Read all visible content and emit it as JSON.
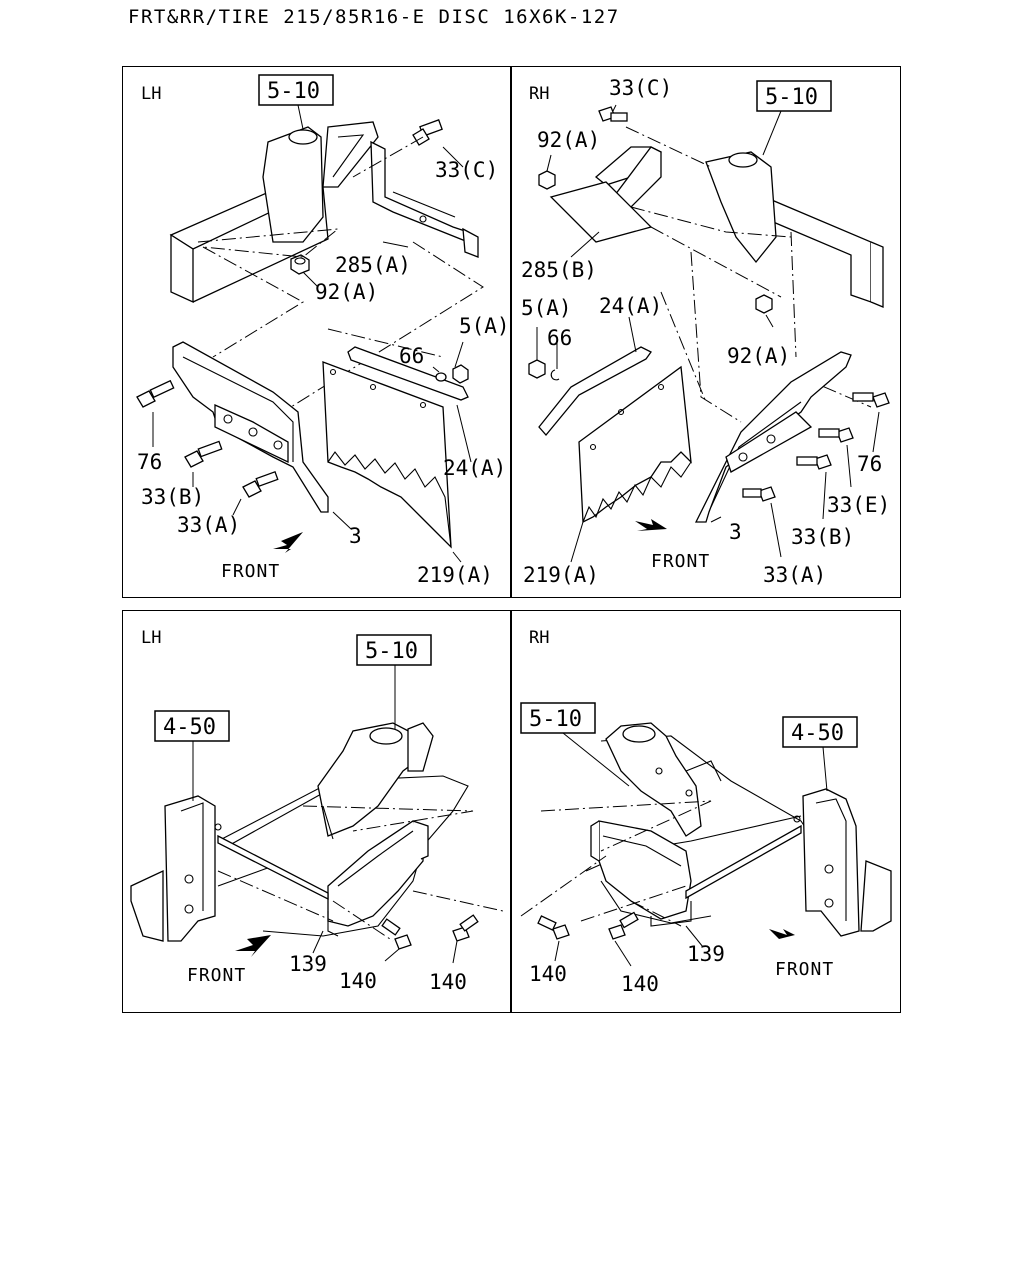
{
  "header": {
    "title": "FRT&RR/TIRE 215/85R16-E DISC 16X6K-127"
  },
  "panels": {
    "top_lh": {
      "side": "LH",
      "ref_box": "5-10",
      "front": "FRONT",
      "labels": {
        "l33c": "33(C)",
        "l285a": "285(A)",
        "l92a": "92(A)",
        "l5a": "5(A)",
        "l66": "66",
        "l76": "76",
        "l33b": "33(B)",
        "l33a": "33(A)",
        "l3": "3",
        "l24a": "24(A)",
        "l219a": "219(A)"
      }
    },
    "top_rh": {
      "side": "RH",
      "ref_box": "5-10",
      "front": "FRONT",
      "labels": {
        "l33c": "33(C)",
        "l92a_top": "92(A)",
        "l285b": "285(B)",
        "l5a": "5(A)",
        "l66": "66",
        "l24a": "24(A)",
        "l92a": "92(A)",
        "l76": "76",
        "l33e": "33(E)",
        "l33b": "33(B)",
        "l3": "3",
        "l219a": "219(A)",
        "l33a": "33(A)"
      }
    },
    "bottom_lh": {
      "side": "LH",
      "ref_box_510": "5-10",
      "ref_box_450": "4-50",
      "front": "FRONT",
      "labels": {
        "l139": "139",
        "l140a": "140",
        "l140b": "140"
      }
    },
    "bottom_rh": {
      "side": "RH",
      "ref_box_510": "5-10",
      "ref_box_450": "4-50",
      "front": "FRONT",
      "labels": {
        "l140a": "140",
        "l140b": "140",
        "l139": "139"
      }
    }
  }
}
